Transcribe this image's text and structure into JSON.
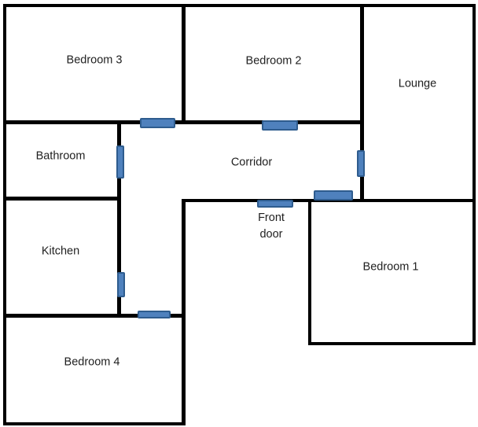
{
  "floor_plan": {
    "rooms": {
      "bedroom3": {
        "label": "Bedroom 3"
      },
      "bedroom2": {
        "label": "Bedroom 2"
      },
      "lounge": {
        "label": "Lounge"
      },
      "bathroom": {
        "label": "Bathroom"
      },
      "corridor": {
        "label": "Corridor"
      },
      "kitchen": {
        "label": "Kitchen"
      },
      "bedroom1": {
        "label": "Bedroom 1"
      },
      "bedroom4": {
        "label": "Bedroom 4"
      }
    },
    "front_door": {
      "line1": "Front",
      "line2": "door"
    },
    "colors": {
      "wall": "#000000",
      "door_fill": "#4f81bd",
      "door_border": "#2e5c8e",
      "text": "#1f1f1f",
      "background": "#ffffff"
    }
  }
}
